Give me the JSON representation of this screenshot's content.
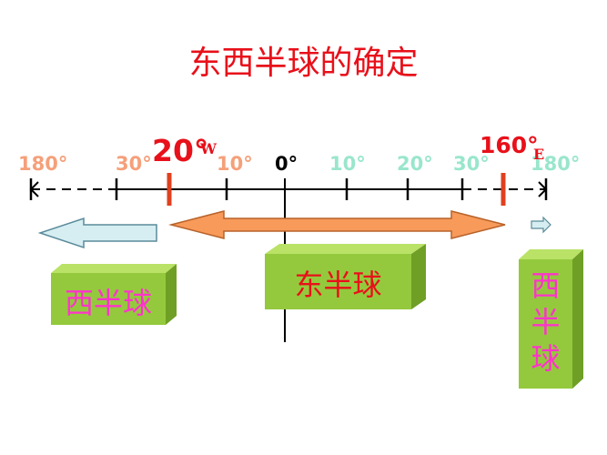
{
  "title": "东西半球的确定",
  "axis": {
    "ticks": [
      {
        "label": "180°",
        "color": "#f5a07a"
      },
      {
        "label": "30°",
        "color": "#f5a07a"
      },
      {
        "label": "10°",
        "color": "#f5a07a"
      },
      {
        "label": "0°",
        "color": "#000000"
      },
      {
        "label": "10°",
        "color": "#99e6cc"
      },
      {
        "label": "20°",
        "color": "#99e6cc"
      },
      {
        "label": "30°",
        "color": "#99e6cc"
      },
      {
        "label": "180°",
        "color": "#99e6cc"
      }
    ],
    "west_boundary": {
      "number": "20°",
      "suffix": "W"
    },
    "east_boundary": {
      "number": "160°",
      "suffix": "E"
    }
  },
  "boxes": {
    "west_left": "西半球",
    "east": "东半球",
    "west_right": "西半球"
  },
  "colors": {
    "title": "#e8101a",
    "box_face": "#94c93d",
    "box_side": "#6f9f25",
    "box_top": "#b9e266",
    "box_text_pink": "#ff33cc",
    "box_text_red": "#e8101a",
    "orange_arrow": "#f79a5a",
    "blue_arrow": "#d6eef2",
    "boundary_marker": "#e0401e"
  }
}
